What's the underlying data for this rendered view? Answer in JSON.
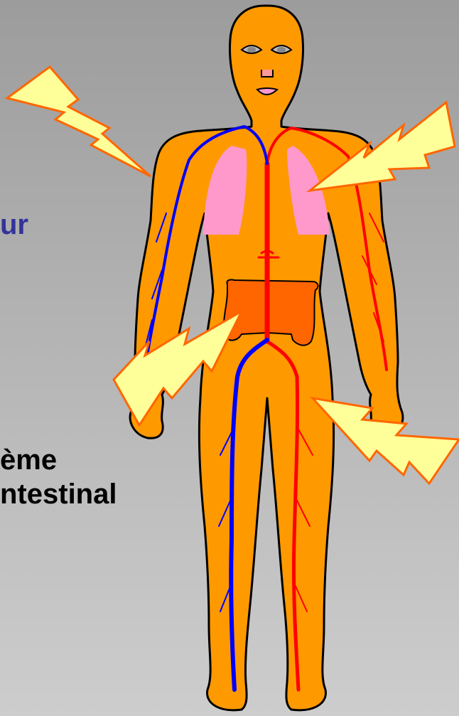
{
  "labels": {
    "heart_fragment": "ur",
    "system_line1": "ème",
    "system_line2": "ntestinal"
  },
  "colors": {
    "background_top": "#9c9c9c",
    "background_bottom": "#cdcdcd",
    "skin": "#ff9900",
    "outline": "#000000",
    "artery": "#ff0000",
    "vein": "#0000ff",
    "lung": "#ff99cc",
    "intestine": "#ff6600",
    "lightning_fill": "#ffff99",
    "lightning_stroke": "#ff6600",
    "heart_label": "#333399",
    "system_label": "#000000"
  }
}
